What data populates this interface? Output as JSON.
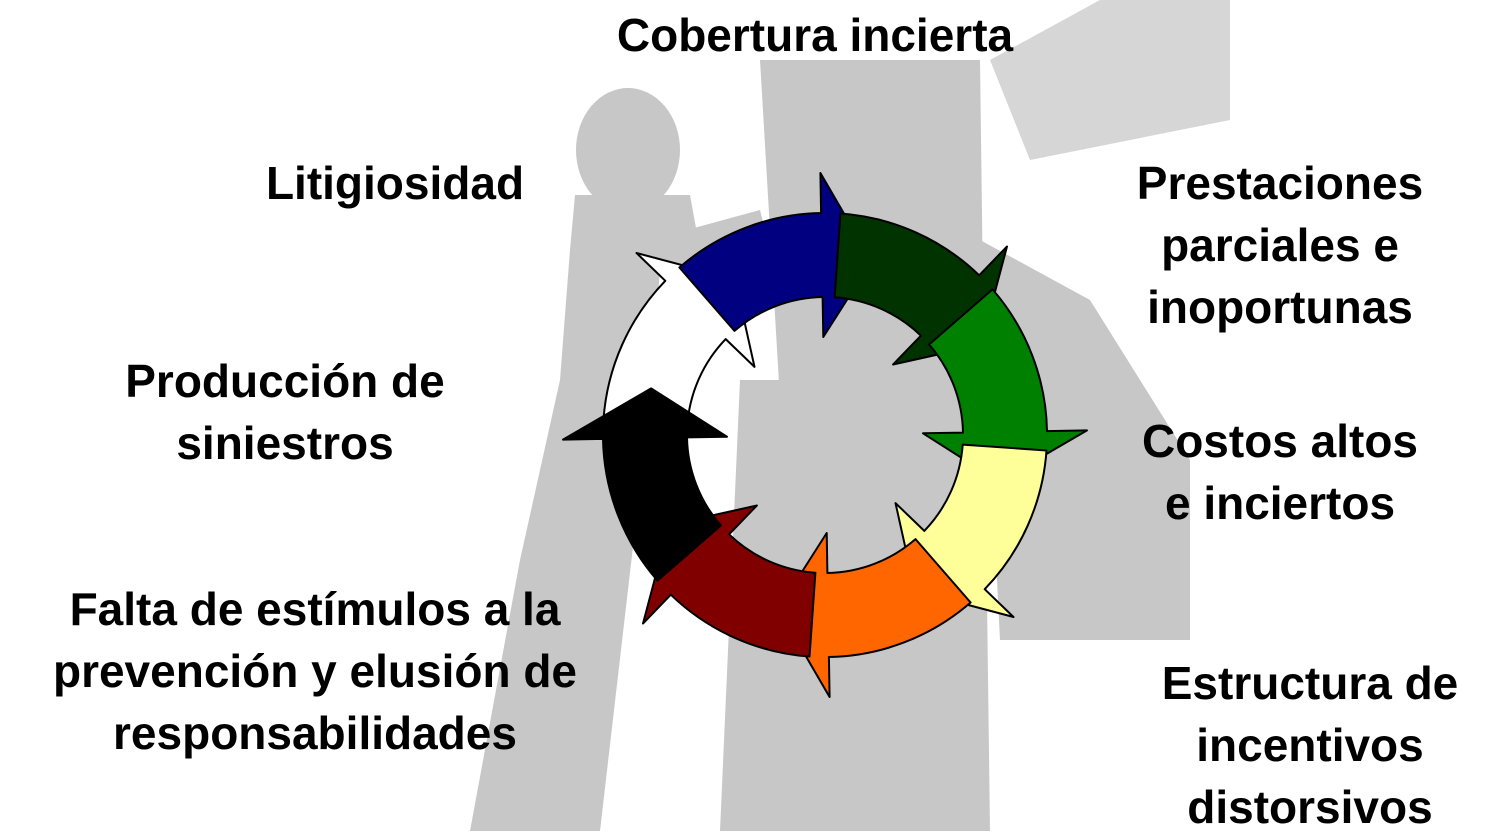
{
  "diagram": {
    "colors": {
      "segments": [
        "#ffffff",
        "#000080",
        "#003300",
        "#008000",
        "#ffff99",
        "#ff6600",
        "#800000",
        "#000000"
      ],
      "outline": "#000000",
      "background_silhouette": "#c4c4c4"
    },
    "labels": {
      "cobertura": [
        "Cobertura incierta"
      ],
      "prestaciones": [
        "Prestaciones",
        "parciales e",
        "inoportunas"
      ],
      "costos": [
        "Costos altos",
        "e inciertos"
      ],
      "estructura": [
        "Estructura de",
        "incentivos",
        "distorsivos"
      ],
      "falta": [
        "Falta de estímulos a la",
        "prevención y elusión de",
        "responsabilidades"
      ],
      "produccion": [
        "Producción de",
        "siniestros"
      ],
      "litigiosidad": [
        "Litigiosidad"
      ]
    }
  }
}
